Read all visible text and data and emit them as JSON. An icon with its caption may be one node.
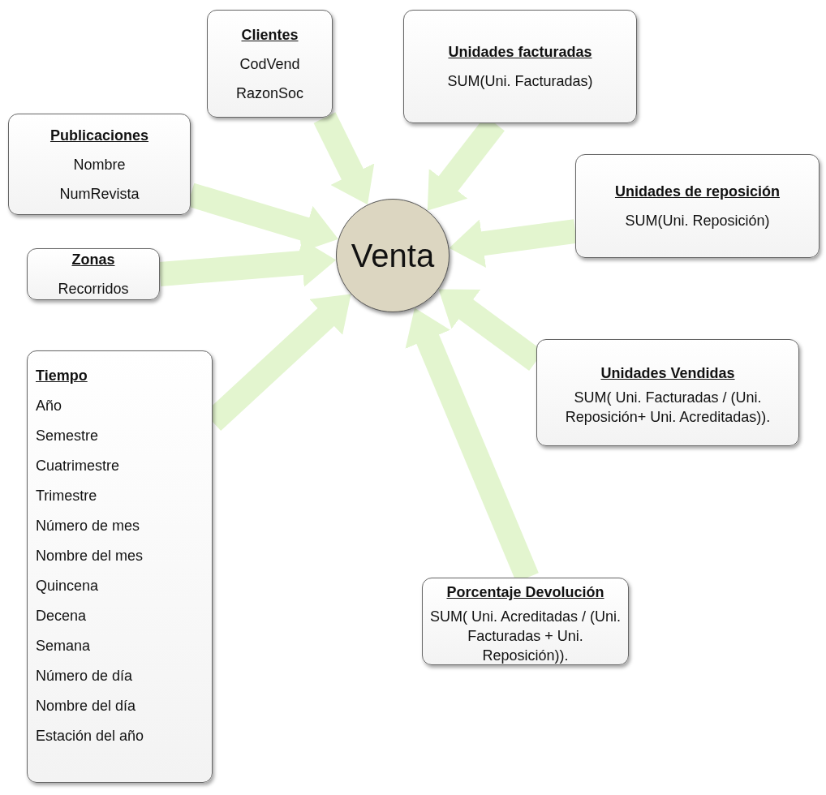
{
  "diagram": {
    "nodes": [
      {
        "text": [
          "Clientes",
          "CodVend",
          "RazonSoc"
        ]
      },
      {
        "text": [
          "Unidades facturadas",
          "SUM(Uni. Facturadas)"
        ]
      },
      {
        "text": [
          "Publicaciones",
          "Nombre",
          "NumRevista"
        ]
      },
      {
        "text": [
          "Unidades de reposición",
          "SUM(Uni. Reposición)"
        ]
      },
      {
        "text": [
          "Venta"
        ]
      },
      {
        "text": [
          "Zonas",
          "Recorridos"
        ]
      },
      {
        "text": [
          "Tiempo",
          "Año",
          "Semestre",
          "Cuatrimestre",
          "Trimestre",
          "Número de mes",
          "Nombre del mes",
          "Quincena",
          "Decena",
          "Semana",
          "Número de día",
          "Nombre del día",
          "Estación del año"
        ]
      },
      {
        "text": [
          "Unidades Vendidas",
          "SUM( Uni. Facturadas / (Uni. Reposición+ Uni. Acreditadas))."
        ]
      },
      {
        "text": [
          "Porcentaje Devolución",
          "SUM( Uni. Acreditadas / (Uni. Facturadas + Uni. Reposición))."
        ]
      }
    ],
    "edges": [
      {
        "from": 0,
        "to": 4,
        "arrow": "to"
      },
      {
        "from": 1,
        "to": 4,
        "arrow": "to"
      },
      {
        "from": 2,
        "to": 4,
        "arrow": "to"
      },
      {
        "from": 3,
        "to": 4,
        "arrow": "to"
      },
      {
        "from": 5,
        "to": 4,
        "arrow": "to"
      },
      {
        "from": 6,
        "to": 4,
        "arrow": "to"
      },
      {
        "from": 7,
        "to": 4,
        "arrow": "to"
      },
      {
        "from": 8,
        "to": 4,
        "arrow": "to"
      }
    ]
  }
}
